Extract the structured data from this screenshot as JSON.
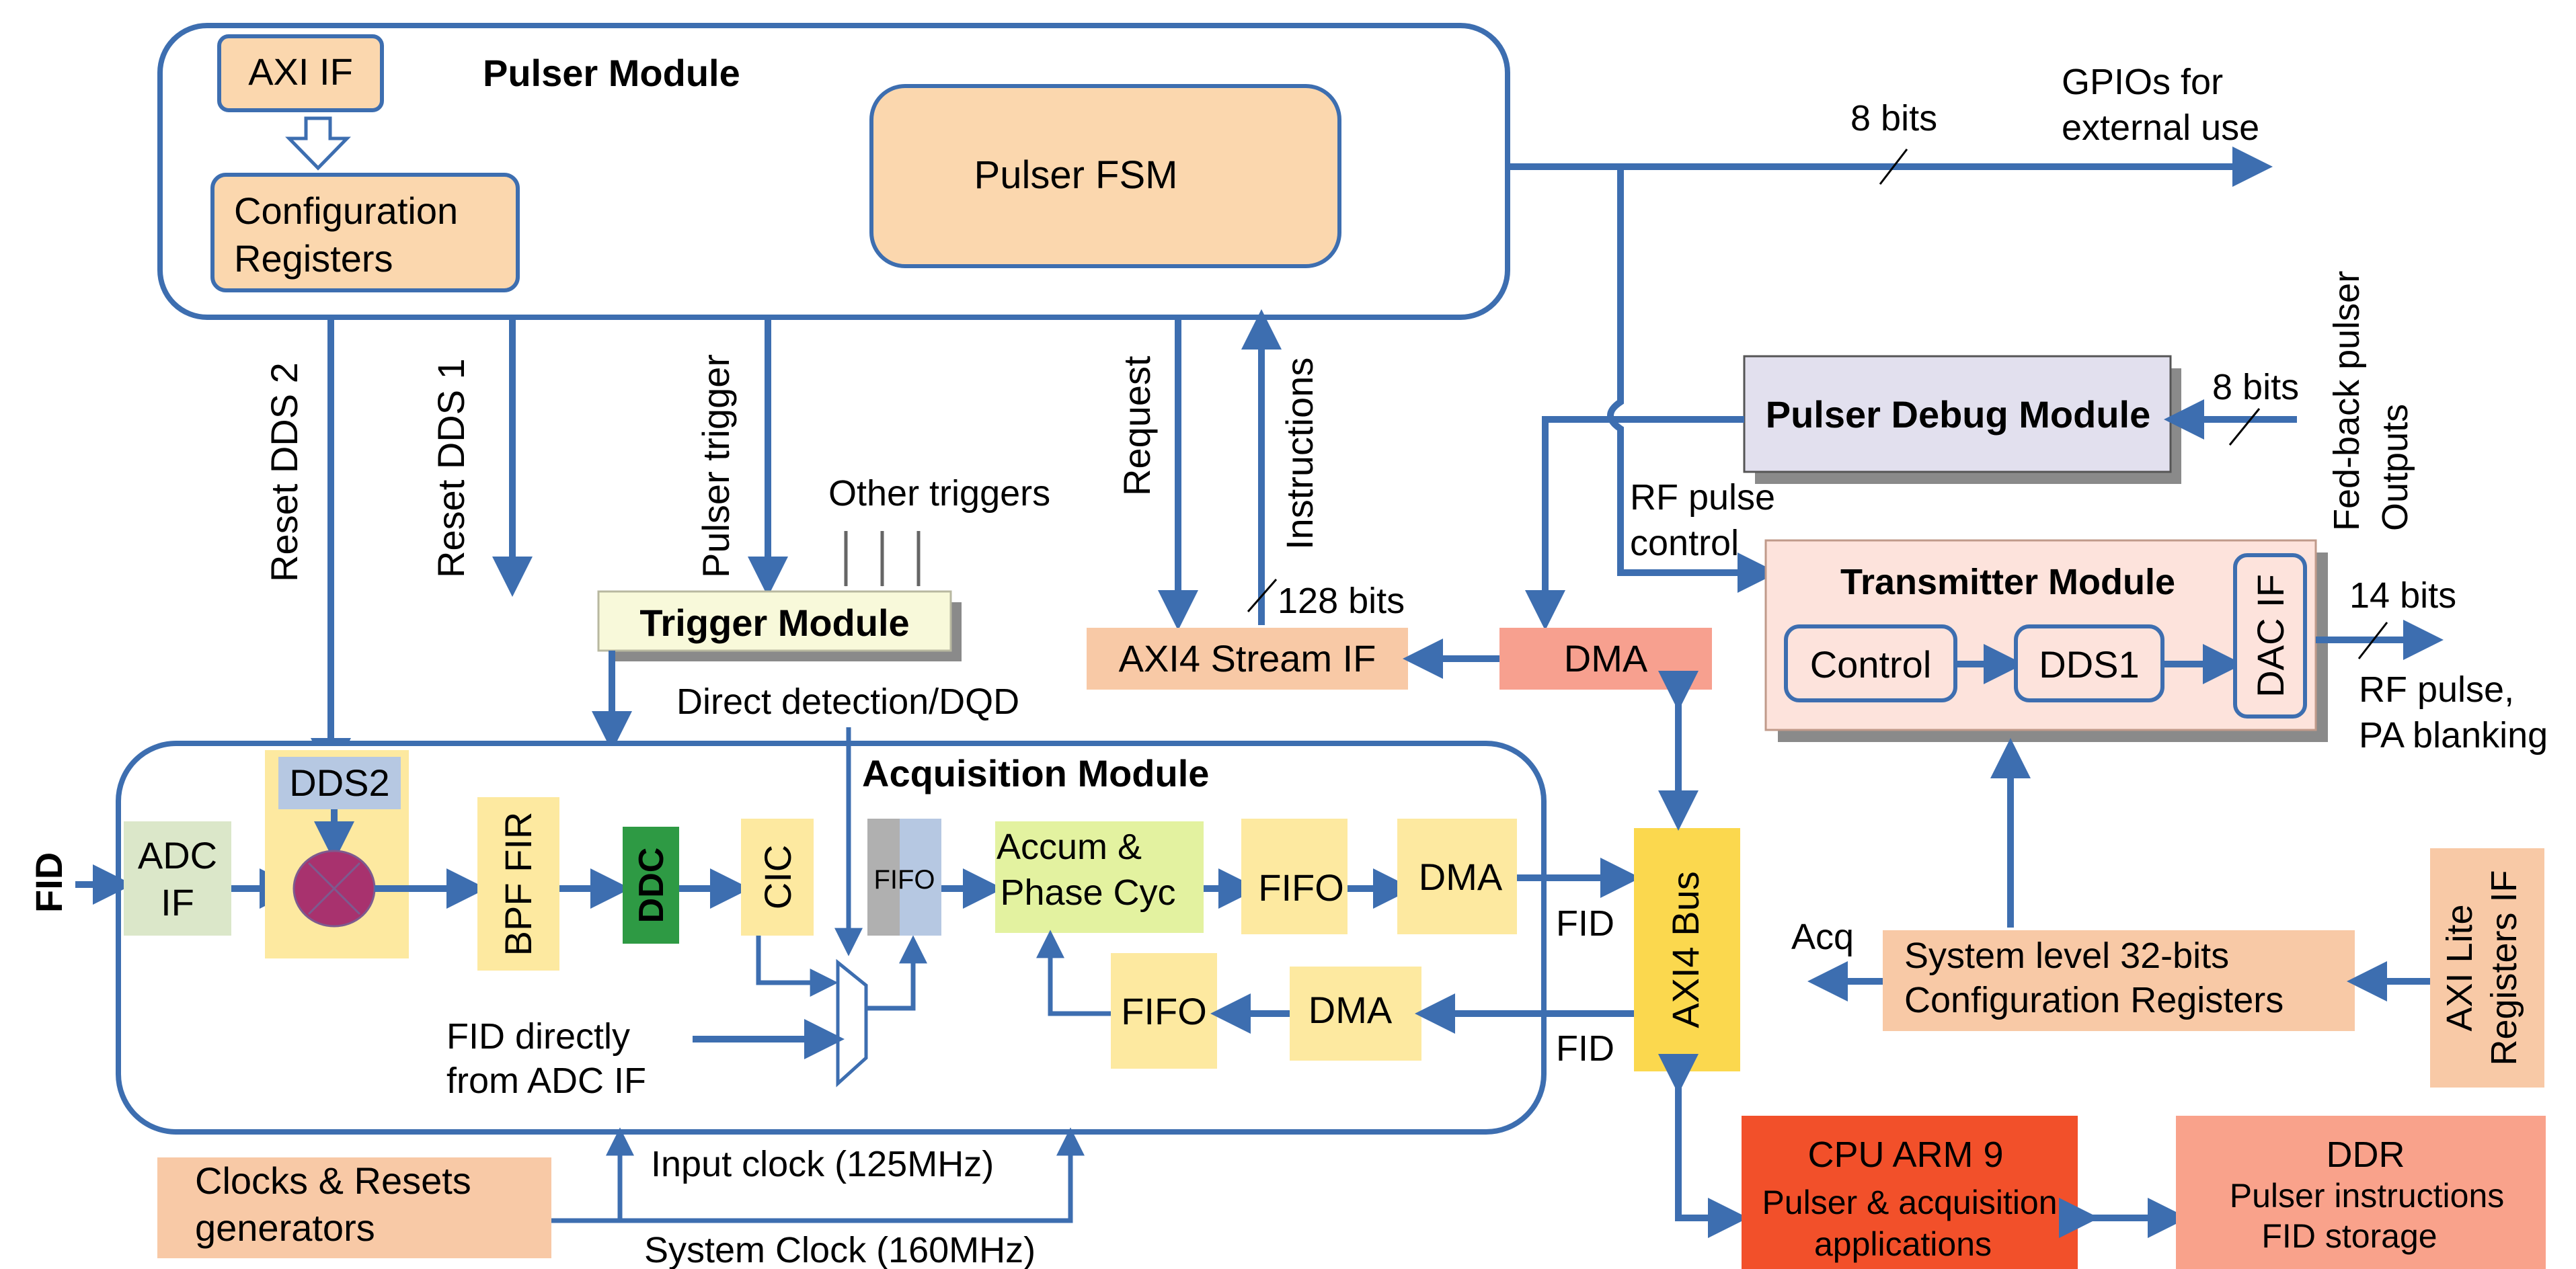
{
  "pulser": {
    "title": "Pulser Module",
    "axi_if": "AXI IF",
    "config_line1": "Configuration",
    "config_line2": "Registers",
    "fsm": "Pulser FSM"
  },
  "signals": {
    "reset_dds2": "Reset DDS 2",
    "reset_dds1": "Reset DDS 1",
    "pulser_trigger": "Pulser trigger",
    "request": "Request",
    "instructions": "Instructions",
    "other_triggers": "Other triggers",
    "bits_8_top": "8 bits",
    "gpio_line1": "GPIOs for",
    "gpio_line2": "external use",
    "feedback_line1": "Fed-back pulser",
    "feedback_line2": "Outputs",
    "bits_8_debug": "8 bits",
    "rf_pulse_control_line1": "RF pulse",
    "rf_pulse_control_line2": "control",
    "bits_128": "128 bits",
    "bits_14": "14 bits",
    "rf_out_line1": "RF pulse,",
    "rf_out_line2": "PA blanking",
    "direct_detection": "Direct detection/DQD",
    "fid_left": "FID",
    "fid_bus_top": "FID",
    "fid_bus_bottom": "FID",
    "acq": "Acq",
    "fid_direct_line1": "FID directly",
    "fid_direct_line2": "from ADC IF",
    "input_clock": "Input clock (125MHz)",
    "system_clock": "System Clock (160MHz)"
  },
  "modules": {
    "trigger": "Trigger Module",
    "debug": "Pulser Debug Module",
    "axi4_stream": "AXI4 Stream IF",
    "dma_top": "DMA",
    "transmitter": "Transmitter Module",
    "control": "Control",
    "dds1": "DDS1",
    "dac_if": "DAC IF",
    "acquisition": "Acquisition Module",
    "adc_line1": "ADC",
    "adc_line2": "IF",
    "dds2": "DDS2",
    "bpf_fir": "BPF FIR",
    "ddc": "DDC",
    "cic": "CIC",
    "fifo_small": "FIFO",
    "accum_line1": "Accum &",
    "accum_line2": "Phase Cyc",
    "fifo1": "FIFO",
    "dma1": "DMA",
    "fifo2": "FIFO",
    "dma2": "DMA",
    "axi4_bus": "AXI4 Bus",
    "syscfg_line1": "System level 32-bits",
    "syscfg_line2": "Configuration Registers",
    "axilite_line1": "AXI Lite",
    "axilite_line2": "Registers IF",
    "clocks_line1": "Clocks & Resets",
    "clocks_line2": "generators",
    "cpu_line1": "CPU ARM 9",
    "cpu_line2": "Pulser & acquisition",
    "cpu_line3": "applications",
    "ddr_line1": "DDR",
    "ddr_line2": "Pulser instructions",
    "ddr_line3": "FID storage"
  },
  "colors": {
    "line": "#3d6eb0",
    "orange_box": "#fbd7ae",
    "peach_box": "#f8c9a6",
    "yellow_box": "#fde9a0",
    "green_box": "#2e9a44",
    "light_green": "#dbe7c9",
    "lime_box": "#e3f2a0",
    "salmon": "#f7a08f",
    "gold": "#fbd84e",
    "cpu_red": "#f2502a",
    "ddr_pink": "#f9a28b",
    "debug_lilac": "#e2e0ee",
    "tx_pink": "#fde3dc",
    "dds2_blue": "#b6c8e2",
    "mixer_purple": "#a8326e",
    "trigger_cream": "#f8f9da"
  }
}
